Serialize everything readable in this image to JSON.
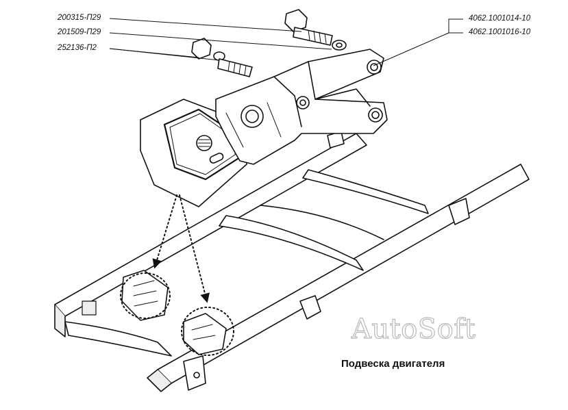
{
  "labels": {
    "p1": "200315-П29",
    "p2": "201509-П29",
    "p3": "252136-П2",
    "p4": "4062.1001014-10",
    "p5": "4062.1001016-10"
  },
  "caption": "Подвеска двигателя",
  "watermark": "AutoSoft"
}
